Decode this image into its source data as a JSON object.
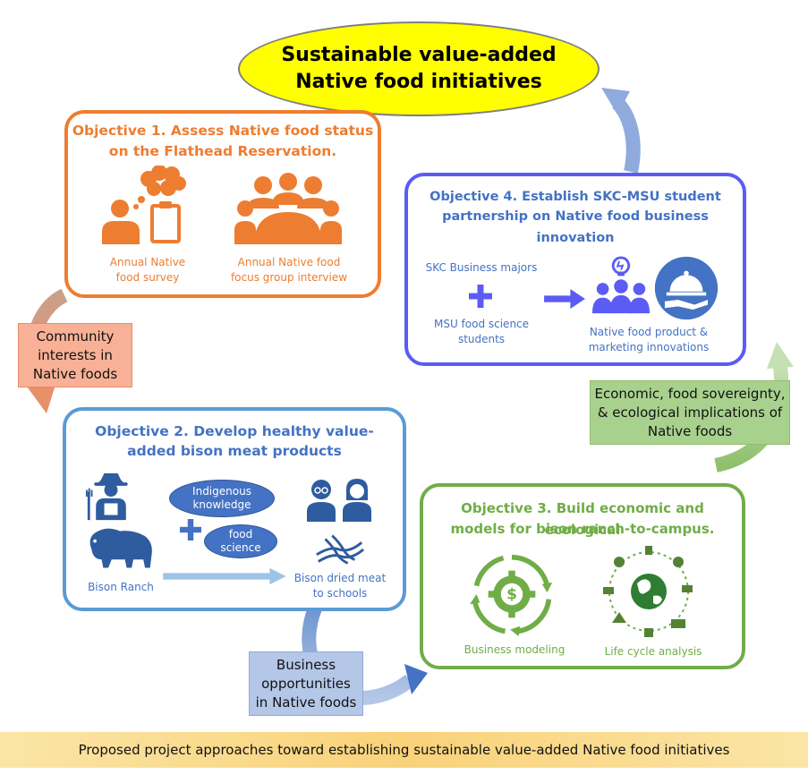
{
  "goal": {
    "line1": "Sustainable value-added",
    "line2": "Native food initiatives"
  },
  "obj1": {
    "title_l1": "Objective 1. Assess Native food status",
    "title_l2": "on the Flathead Reservation.",
    "survey_l1": "Annual Native",
    "survey_l2": "food survey",
    "focus_l1": "Annual Native food",
    "focus_l2": "focus group interview"
  },
  "obj2": {
    "title_l1": "Objective 2. Develop healthy value-",
    "title_l2": "added bison meat products",
    "indigenous_l1": "Indigenous",
    "indigenous_l2": "knowledge",
    "science_l1": "food",
    "science_l2": "science",
    "ranch": "Bison Ranch",
    "dried_l1": "Bison dried meat",
    "dried_l2": "to schools"
  },
  "obj3": {
    "title_l1": "Objective 3. Build economic and ecological",
    "title_l2": "models for bison ranch-to-campus.",
    "business": "Business modeling",
    "lca": "Life cycle analysis"
  },
  "obj4": {
    "title_l1": "Objective 4. Establish SKC-MSU student",
    "title_l2": "partnership on Native food business innovation",
    "skc": "SKC Business majors",
    "msu_l1": "MSU food science",
    "msu_l2": "students",
    "innov_l1": "Native food product &",
    "innov_l2": "marketing innovations"
  },
  "notes": {
    "community_l1": "Community",
    "community_l2": "interests in",
    "community_l3": "Native foods",
    "economic_l1": "Economic, food sovereignty,",
    "economic_l2": "& ecological implications of",
    "economic_l3": "Native foods",
    "business_l1": "Business",
    "business_l2": "opportunities",
    "business_l3": "in Native foods"
  },
  "caption": "Proposed project approaches toward establishing sustainable value-added Native food initiatives",
  "colors": {
    "orange": "#ed7d31",
    "blue": "#4472c4",
    "light_blue": "#5b9bd5",
    "green": "#70ad47",
    "purple": "#5b5bf5",
    "yellow": "#ffff00"
  }
}
